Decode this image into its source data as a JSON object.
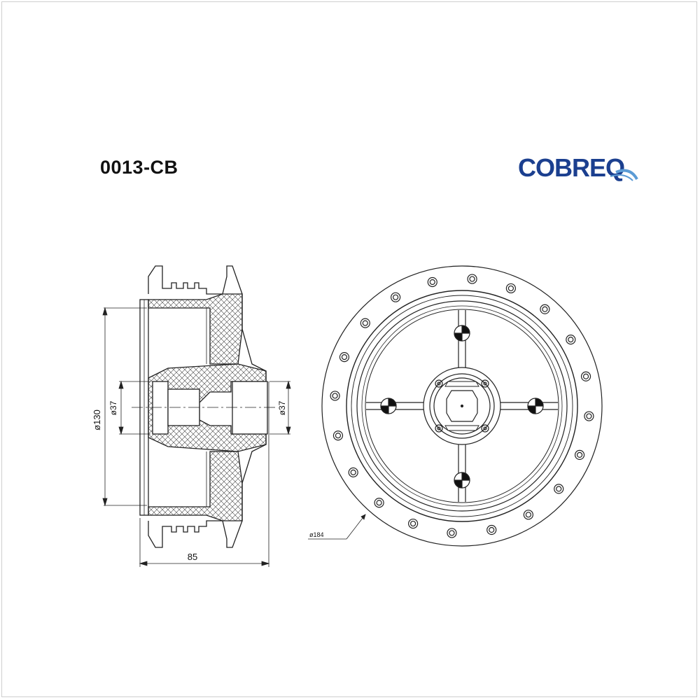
{
  "part": {
    "code": "0013-CB"
  },
  "brand": {
    "name": "COBREQ",
    "color": "#1b3f8f",
    "accent": "#5b9bd5"
  },
  "dimensions": {
    "outer_diameter": "ø130",
    "bore_left": "ø37",
    "bore_right": "ø37",
    "width": "85",
    "bolt_circle": "ø184"
  }
}
